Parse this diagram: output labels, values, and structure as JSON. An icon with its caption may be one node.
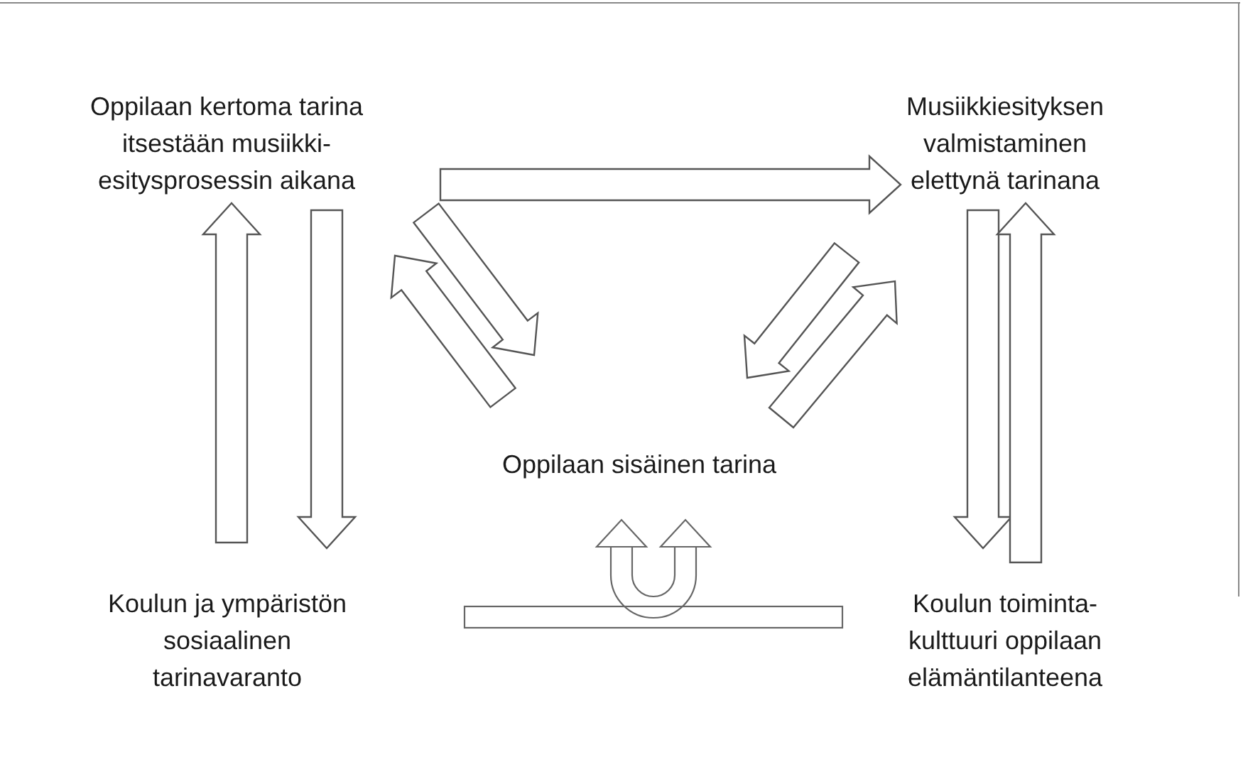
{
  "diagram": {
    "nodes": [
      {
        "text": [
          "Oppilaan kertoma tarina itsestään musiikki-esitysprosessin aikana"
        ]
      },
      {
        "text": [
          "Musiikkiesityksen valmistaminen elettynä tarinana"
        ]
      },
      {
        "text": [
          "Oppilaan sisäinen tarina"
        ]
      },
      {
        "text": [
          "Koulun ja ympäristön sosiaalinen tarinavaranto"
        ]
      },
      {
        "text": [
          "Koulun toiminta-kulttuuri oppilaan elämäntilanteena"
        ]
      }
    ],
    "edges": [
      {
        "from": 0,
        "to": 1,
        "arrow": "to"
      },
      {
        "from": 0,
        "to": 3,
        "arrow": "to"
      },
      {
        "from": 3,
        "to": 0,
        "arrow": "to"
      },
      {
        "from": 0,
        "to": 2,
        "arrow": "to"
      },
      {
        "from": 2,
        "to": 0,
        "arrow": "to"
      },
      {
        "from": 1,
        "to": 2,
        "arrow": "to"
      },
      {
        "from": 2,
        "to": 1,
        "arrow": "to"
      },
      {
        "from": 1,
        "to": 4,
        "arrow": "to"
      },
      {
        "from": 4,
        "to": 1,
        "arrow": "to"
      }
    ]
  }
}
